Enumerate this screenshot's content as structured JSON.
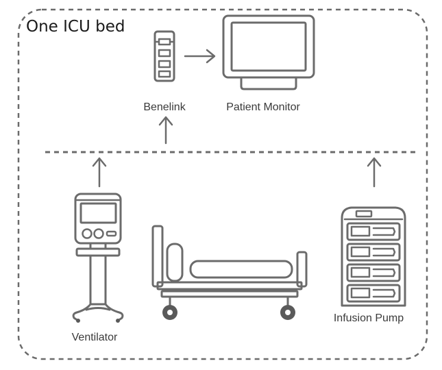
{
  "diagram": {
    "title": "One ICU bed",
    "nodes": {
      "benelink": {
        "label": "Benelink",
        "icon": "data-hub-icon"
      },
      "patient_monitor": {
        "label": "Patient Monitor",
        "icon": "monitor-icon"
      },
      "ventilator": {
        "label": "Ventilator",
        "icon": "ventilator-icon"
      },
      "bed": {
        "icon": "hospital-bed-icon"
      },
      "infusion_pump": {
        "label": "Infusion Pump",
        "icon": "infusion-pump-icon"
      }
    },
    "colors": {
      "device_stroke": "#6b6b6b",
      "border": "#6b6b6b",
      "text": "#3a3a3a"
    }
  }
}
